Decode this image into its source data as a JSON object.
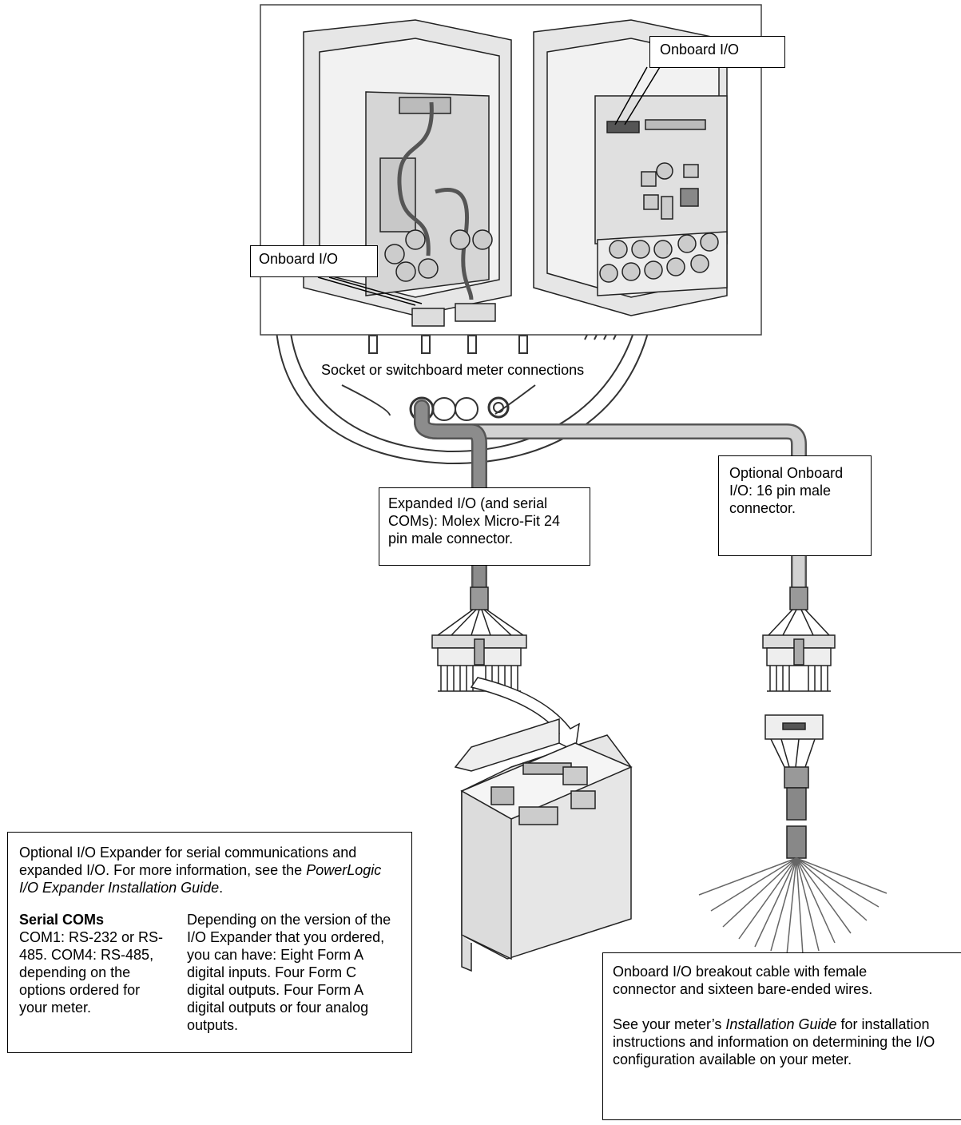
{
  "labels": {
    "onboard_io_top_right": "Onboard I/O",
    "onboard_io_top_left": "Onboard I/O",
    "socket_caption": "Socket or switchboard meter connections",
    "expanded_io": "Expanded I/O (and serial COMs): Molex Micro-Fit 24 pin male connector.",
    "optional_onboard_io": "Optional Onboard I/O: 16 pin male connector."
  },
  "expander_note": {
    "intro": "Optional I/O Expander for serial communications and expanded I/O. For more information, see the ",
    "guide": "PowerLogic I/O Expander Installation Guide",
    "period": ".",
    "serial_heading": "Serial COMs",
    "serial_text": "COM1: RS-232 or RS-485. COM4: RS-485, depending on the options ordered for your meter.",
    "version_text": "Depending on the version of the I/O Expander that you ordered, you can have: Eight Form A digital inputs. Four Form C digital outputs. Four Form A digital outputs or four analog outputs."
  },
  "breakout_note": {
    "line1": "Onboard I/O breakout cable with female connector and sixteen bare-ended wires.",
    "prefix": "See your meter’s ",
    "guide": "Installation Guide",
    "suffix": " for installation instructions and information on determining the I/O configuration available on your meter."
  }
}
